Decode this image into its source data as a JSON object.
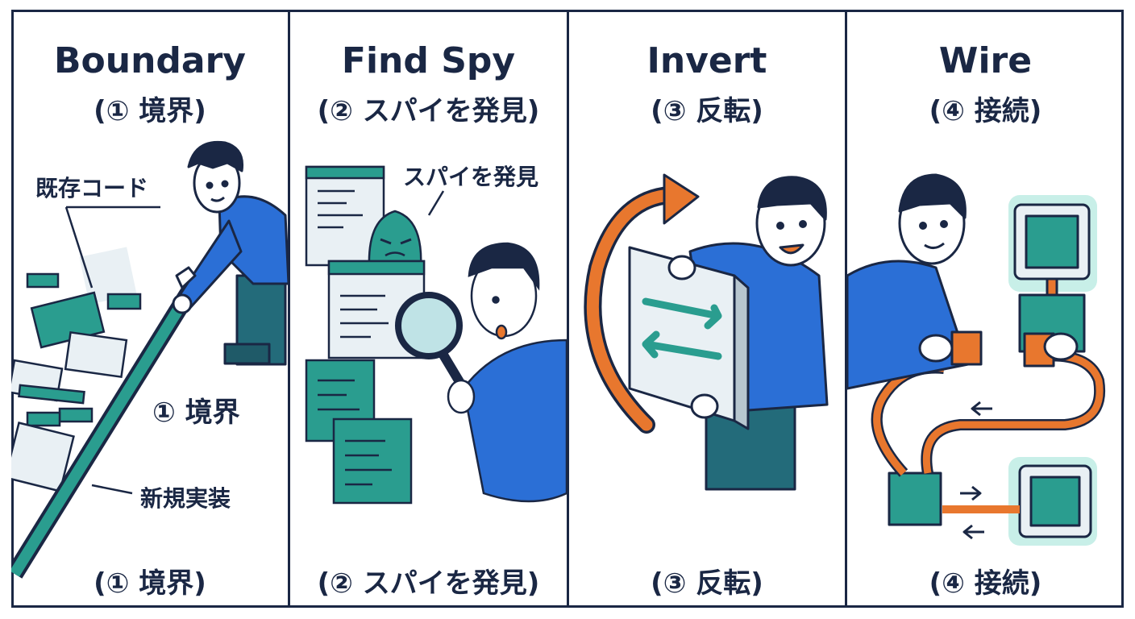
{
  "panels": [
    {
      "title": "Boundary",
      "subtitle": "(① 境界)",
      "footer": "(① 境界)",
      "labels": {
        "existing_code": "既存コード",
        "boundary": "① 境界",
        "new_impl": "新規実装"
      }
    },
    {
      "title": "Find Spy",
      "subtitle": "(② スパイを発見)",
      "footer": "(② スパイを発見)",
      "labels": {
        "spy": "スパイを発見"
      }
    },
    {
      "title": "Invert",
      "subtitle": "(③ 反転)",
      "footer": "(③ 反転)"
    },
    {
      "title": "Wire",
      "subtitle": "(④ 接続)",
      "footer": "(④ 接続)"
    }
  ],
  "colors": {
    "navy": "#1a2744",
    "blue": "#2b6fd6",
    "teal": "#2a9d8f",
    "orange": "#e8772e",
    "paper": "#e9f0f4"
  }
}
